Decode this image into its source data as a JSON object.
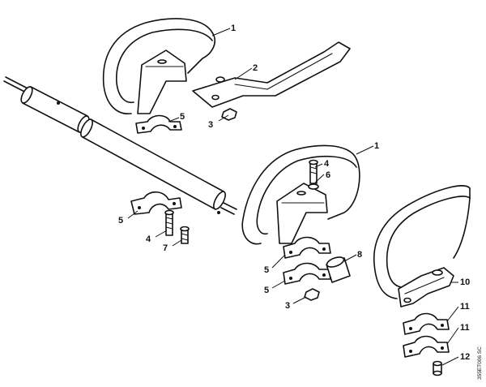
{
  "callouts": [
    {
      "id": "c1a",
      "label": "1"
    },
    {
      "id": "c2",
      "label": "2"
    },
    {
      "id": "c3a",
      "label": "3"
    },
    {
      "id": "c5a",
      "label": "5"
    },
    {
      "id": "c1b",
      "label": "1"
    },
    {
      "id": "c4a",
      "label": "4"
    },
    {
      "id": "c6",
      "label": "6"
    },
    {
      "id": "c5b",
      "label": "5"
    },
    {
      "id": "c4b",
      "label": "4"
    },
    {
      "id": "c7",
      "label": "7"
    },
    {
      "id": "c8",
      "label": "8"
    },
    {
      "id": "c5c",
      "label": "5"
    },
    {
      "id": "c5d",
      "label": "5"
    },
    {
      "id": "c3b",
      "label": "3"
    },
    {
      "id": "c10",
      "label": "10"
    },
    {
      "id": "c11a",
      "label": "11"
    },
    {
      "id": "c11b",
      "label": "11"
    },
    {
      "id": "c12",
      "label": "12"
    }
  ],
  "drawing_code": "355ET006 SC"
}
